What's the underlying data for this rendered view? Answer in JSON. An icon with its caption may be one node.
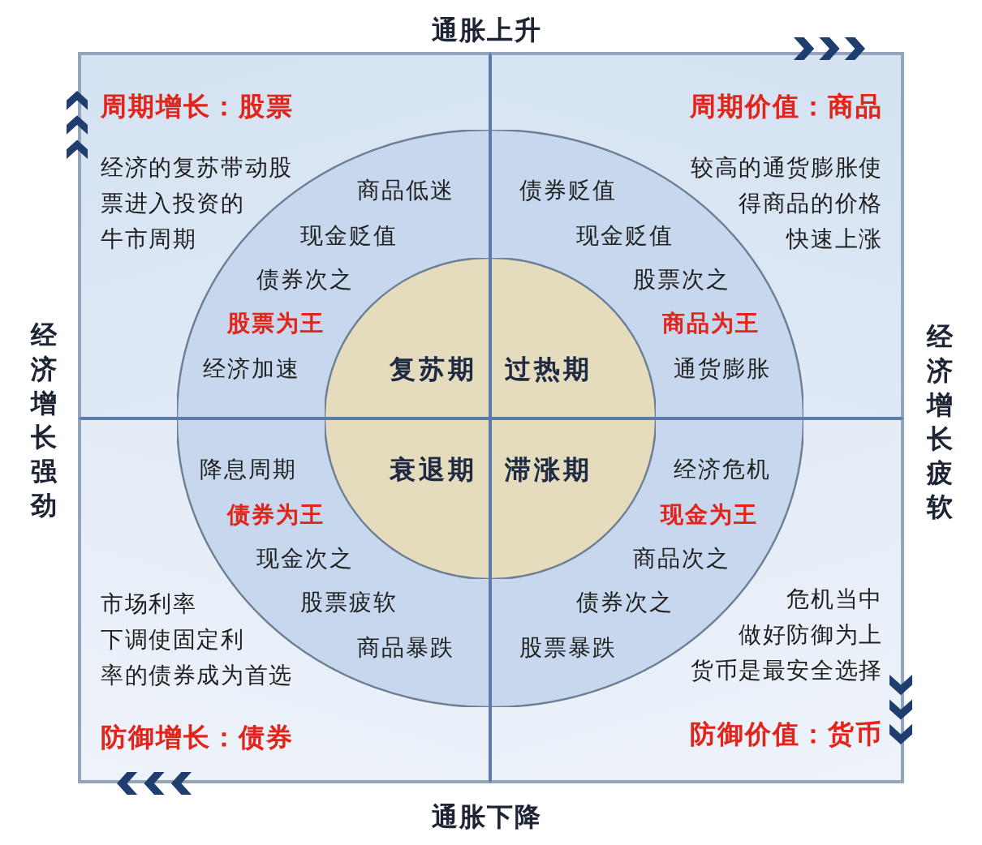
{
  "diagram": {
    "nodes": [
      {
        "text": [
          "周期增长：股票",
          "经济的复苏带动股票进入投资的牛市周期"
        ]
      },
      {
        "text": [
          "商品低迷",
          "现金贬值",
          "债券次之",
          "股票为王",
          "经济加速"
        ],
        "in": 0
      },
      {
        "text": [
          "复苏期"
        ],
        "in": 1
      },
      {
        "text": [
          "周期价值：商品",
          "较高的通货膨胀使得商品的价格快速上涨"
        ]
      },
      {
        "text": [
          "债券贬值",
          "现金贬值",
          "股票次之",
          "商品为王",
          "通货膨胀"
        ],
        "in": 3
      },
      {
        "text": [
          "过热期"
        ],
        "in": 4
      },
      {
        "text": [
          "市场利率下调使固定利率的债券成为首选",
          "防御增长：债券"
        ]
      },
      {
        "text": [
          "降息周期",
          "债券为王",
          "现金次之",
          "股票疲软",
          "商品暴跌"
        ],
        "in": 6
      },
      {
        "text": [
          "衰退期"
        ],
        "in": 7
      },
      {
        "text": [
          "危机当中做好防御为上货币是最安全选择",
          "防御价值：货币"
        ]
      },
      {
        "text": [
          "经济危机",
          "现金为王",
          "商品次之",
          "债券次之",
          "股票暴跌"
        ],
        "in": 9
      },
      {
        "text": [
          "滞涨期"
        ],
        "in": 10
      }
    ],
    "labels": [
      "通胀上升",
      "经济增长强劲",
      "经济增长疲软",
      "通胀下降"
    ]
  }
}
